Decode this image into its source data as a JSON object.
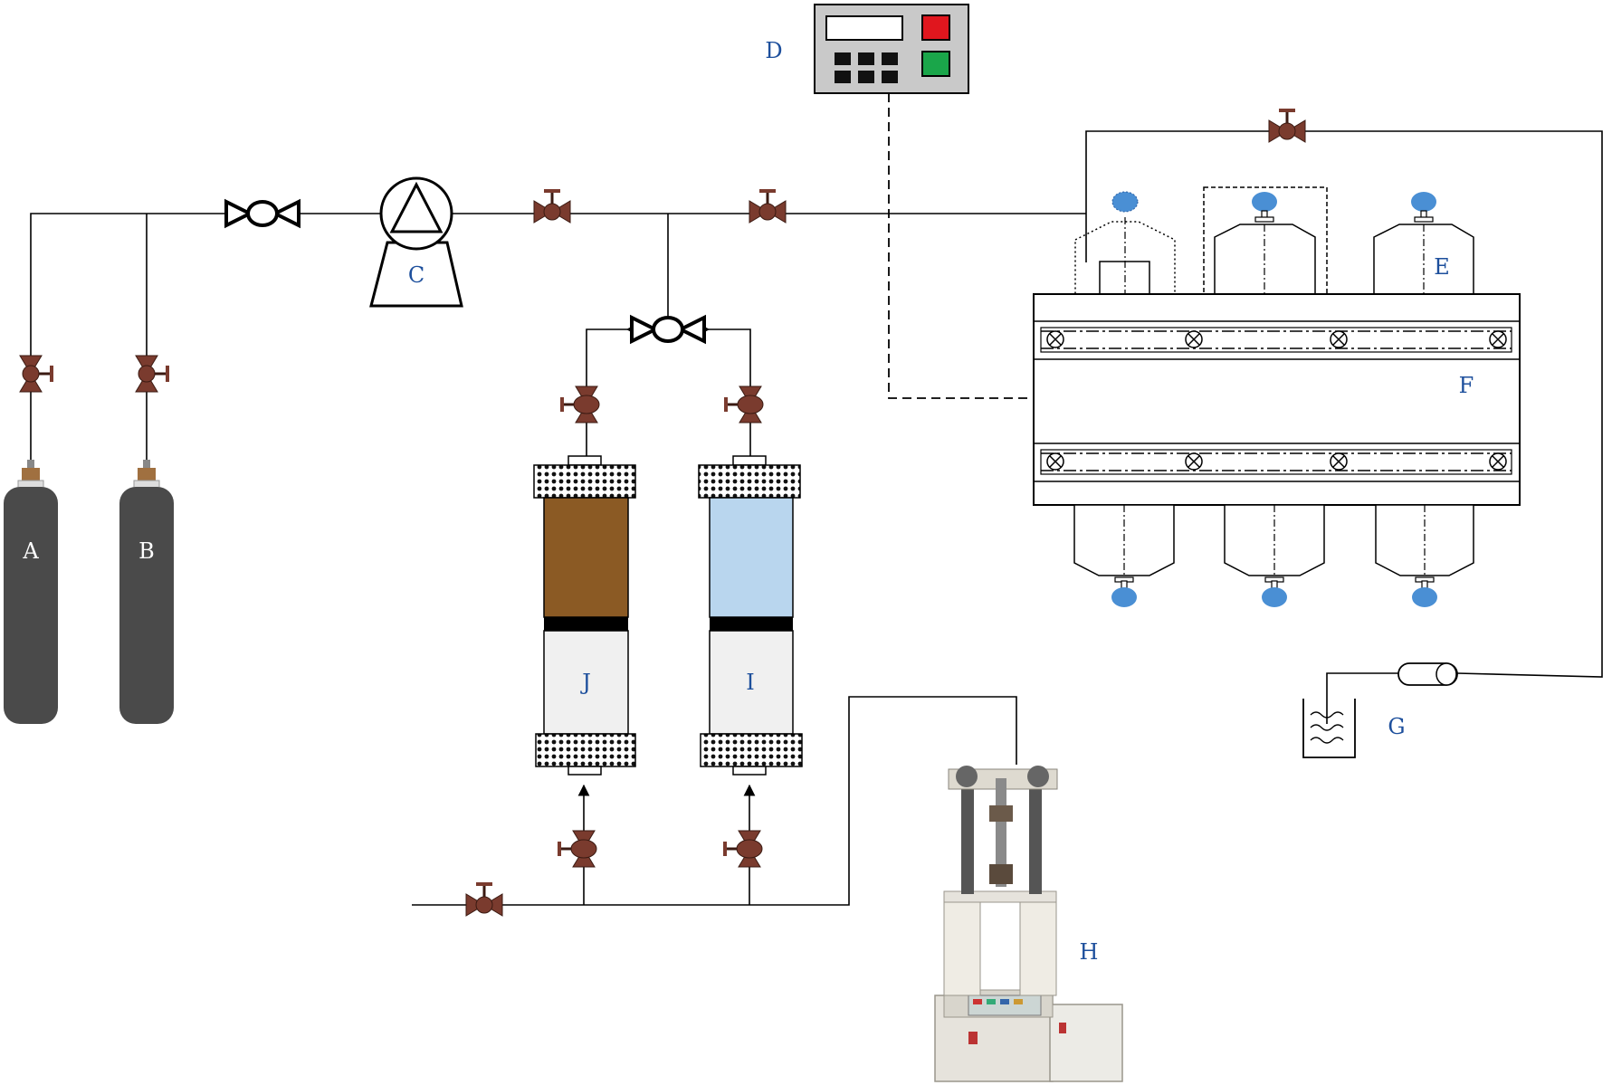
{
  "labels": {
    "A": "A",
    "B": "B",
    "C": "C",
    "D": "D",
    "E": "E",
    "F": "F",
    "G": "G",
    "H": "H",
    "I": "I",
    "J": "J"
  },
  "colors": {
    "cylinder": "#4a4a4a",
    "valve": "#7a3b2e",
    "label": "#1d4f9c",
    "nozzle": "#4a8fd4",
    "oil": "#8b5a24",
    "water": "#b9d6ee",
    "panel": "#c9c9c9",
    "red_button": "#e0161e",
    "green_button": "#1aa64a"
  }
}
